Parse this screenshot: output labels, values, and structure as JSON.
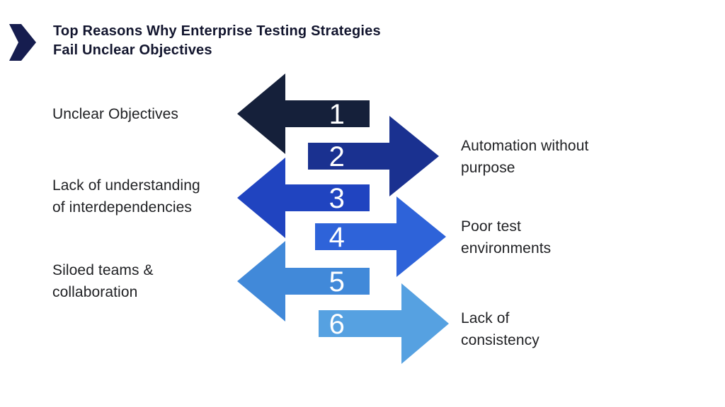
{
  "header": {
    "title_line1": "Top Reasons Why Enterprise Testing Strategies",
    "title_line2": "Fail Unclear Objectives",
    "title_color": "#12152e",
    "chevron_icon_color": "#161d4f"
  },
  "diagram": {
    "number_text_color": "#ffffff",
    "label_text_color": "#1f2023",
    "arrows": [
      {
        "number": "1",
        "direction": "left",
        "color": "#15203a",
        "label_side": "left",
        "label_lines": [
          "Unclear Objectives"
        ]
      },
      {
        "number": "2",
        "direction": "right",
        "color": "#1a3190",
        "label_side": "right",
        "label_lines": [
          "Automation without",
          "purpose"
        ]
      },
      {
        "number": "3",
        "direction": "left",
        "color": "#2044c0",
        "label_side": "left",
        "label_lines": [
          "Lack of understanding",
          "of interdependencies"
        ]
      },
      {
        "number": "4",
        "direction": "right",
        "color": "#2e63d9",
        "label_side": "right",
        "label_lines": [
          "Poor test",
          "environments"
        ]
      },
      {
        "number": "5",
        "direction": "left",
        "color": "#4189d9",
        "label_side": "left",
        "label_lines": [
          "Siloed teams &",
          "collaboration"
        ]
      },
      {
        "number": "6",
        "direction": "right",
        "color": "#56a1e1",
        "label_side": "right",
        "label_lines": [
          "Lack of",
          "consistency"
        ]
      }
    ]
  }
}
